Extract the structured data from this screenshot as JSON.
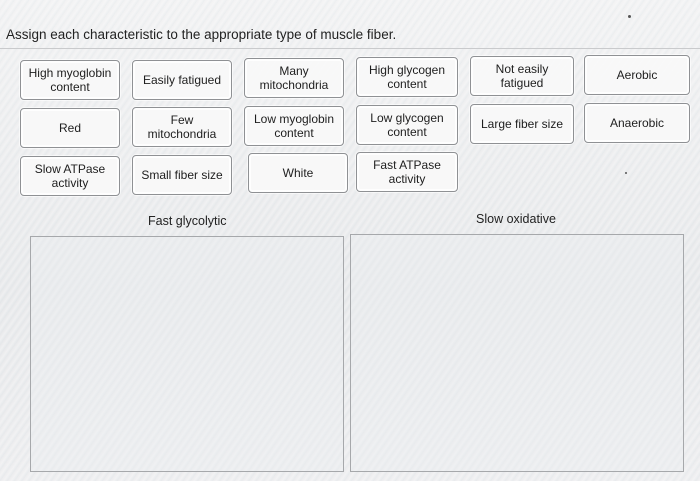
{
  "prompt": "Assign each characteristic to the appropriate type of muscle fiber.",
  "chips": [
    {
      "id": "high-myoglobin-content",
      "label": "High myoglobin content"
    },
    {
      "id": "easily-fatigued",
      "label": "Easily fatigued"
    },
    {
      "id": "many-mitochondria",
      "label": "Many mitochondria"
    },
    {
      "id": "high-glycogen-content",
      "label": "High glycogen content"
    },
    {
      "id": "not-easily-fatigued",
      "label": "Not easily fatigued"
    },
    {
      "id": "aerobic",
      "label": "Aerobic"
    },
    {
      "id": "red",
      "label": "Red"
    },
    {
      "id": "few-mitochondria",
      "label": "Few mitochondria"
    },
    {
      "id": "low-myoglobin-content",
      "label": "Low myoglobin content"
    },
    {
      "id": "low-glycogen-content",
      "label": "Low glycogen content"
    },
    {
      "id": "large-fiber-size",
      "label": "Large fiber size"
    },
    {
      "id": "anaerobic",
      "label": "Anaerobic"
    },
    {
      "id": "slow-atpase-activity",
      "label": "Slow ATPase activity"
    },
    {
      "id": "small-fiber-size",
      "label": "Small fiber size"
    },
    {
      "id": "white",
      "label": "White"
    },
    {
      "id": "fast-atpase-activity",
      "label": "Fast ATPase activity"
    }
  ],
  "zones": {
    "left_label": "Fast glycolytic",
    "right_label": "Slow oxidative"
  }
}
